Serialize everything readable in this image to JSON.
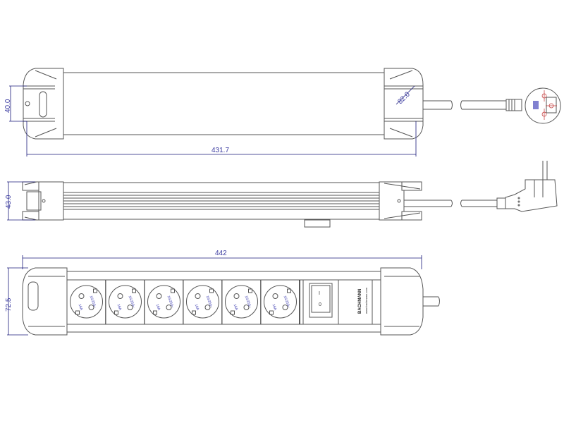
{
  "dimensions": {
    "top_width": "40.0",
    "top_cable_angle": "82.0",
    "top_length": "431.7",
    "side_height": "43.0",
    "front_length": "442",
    "front_height": "72.5"
  },
  "sockets": {
    "count": 6,
    "current_label": "16A",
    "rating_label": "16/250~"
  },
  "switch": {
    "on_label": "I",
    "off_label": "0"
  },
  "brand": {
    "name": "BACHMANN",
    "url": "www.bachmann.com"
  },
  "colors": {
    "line": "#555555",
    "dimension": "#1a1a7a",
    "plug_marks": "#c03030"
  }
}
